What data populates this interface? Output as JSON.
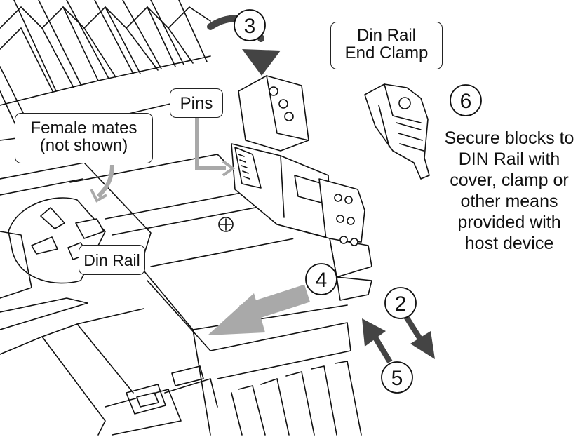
{
  "callouts": {
    "female_mates": [
      "Female mates",
      "(not shown)"
    ],
    "pins": "Pins",
    "din_rail": "Din Rail",
    "end_clamp": [
      "Din Rail",
      "End Clamp"
    ]
  },
  "steps": [
    "2",
    "3",
    "4",
    "5",
    "6"
  ],
  "note_lines": [
    "Secure blocks to",
    "DIN Rail with",
    "cover, clamp or",
    "other means",
    "provided with",
    "host device"
  ],
  "colors": {
    "line": "#111111",
    "arrow_dark": "#444444",
    "arrow_gray": "#a9a9a9",
    "background": "#ffffff"
  }
}
